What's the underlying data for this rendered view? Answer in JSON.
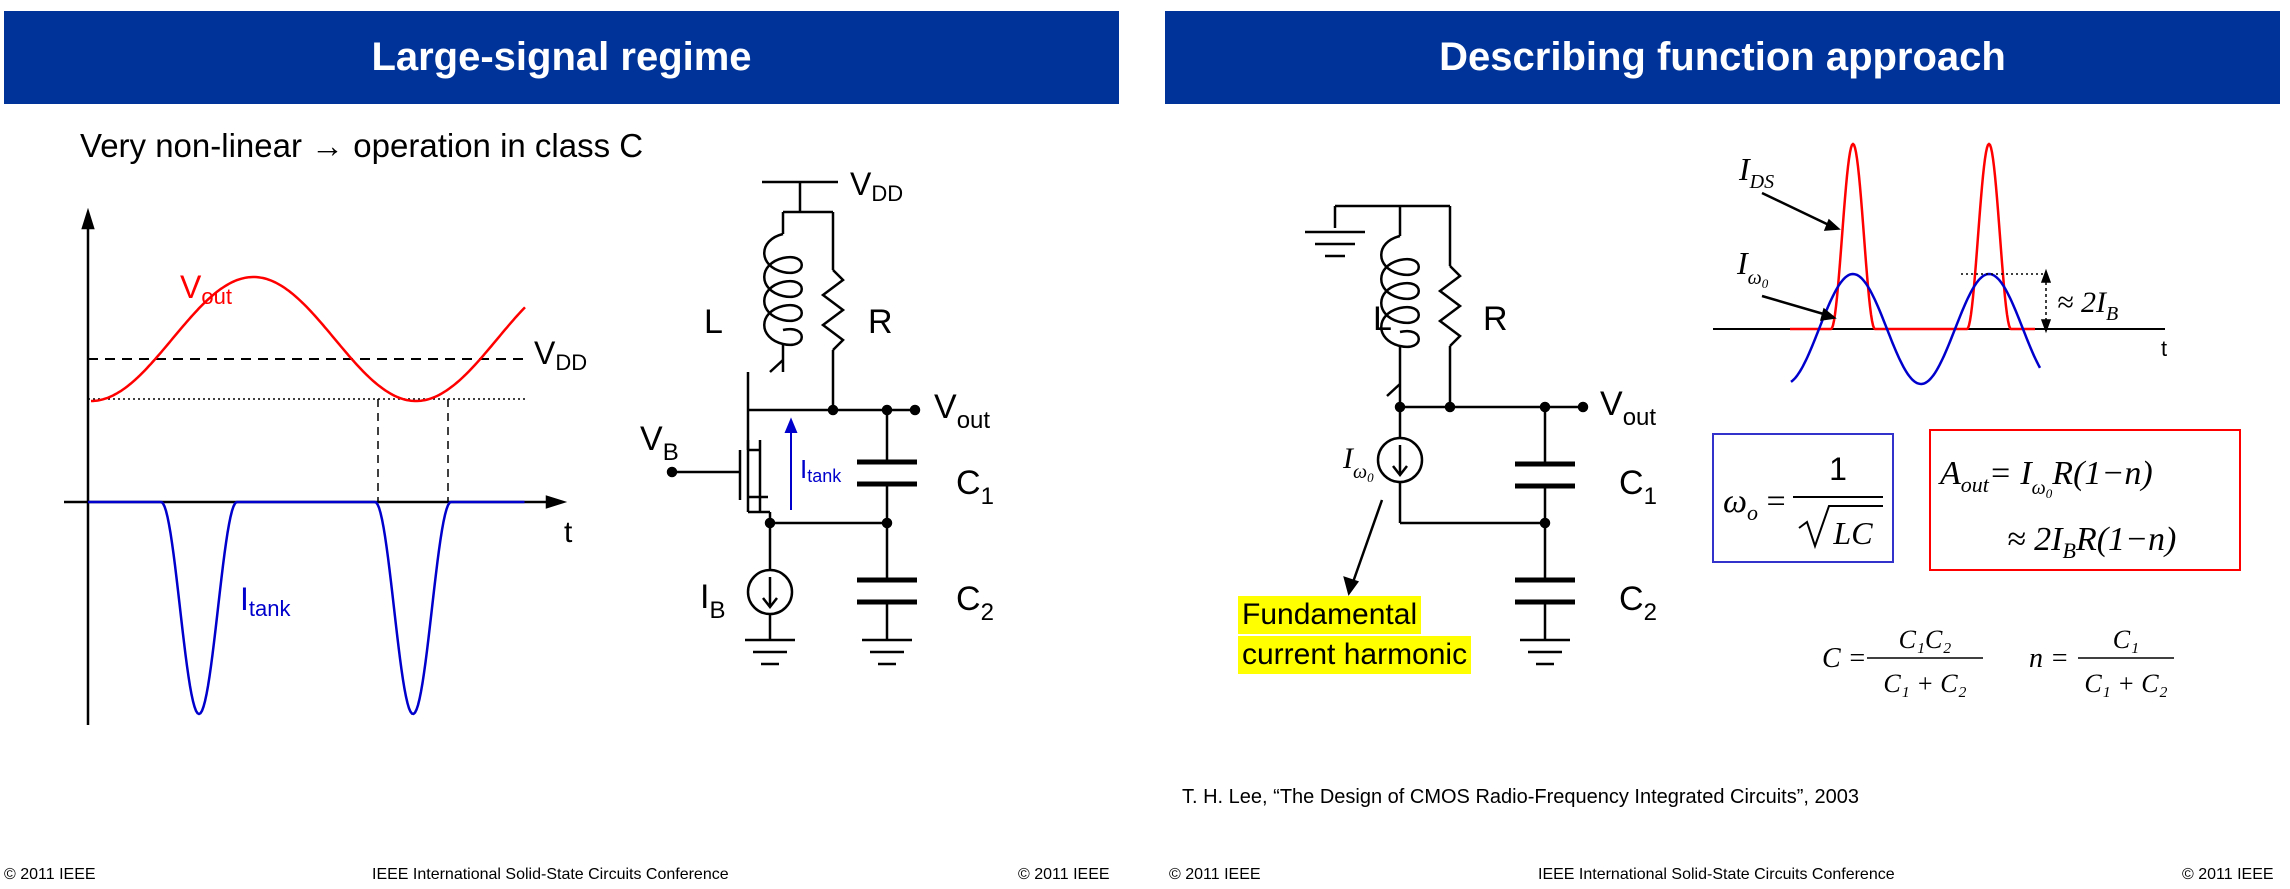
{
  "left": {
    "title": "Large-signal regime",
    "bullet": "Very non-linear → operation in class C",
    "waveform": {
      "vout_label": "V",
      "vout_sub": "out",
      "vdd_label": "V",
      "vdd_sub": "DD",
      "itank_label": "I",
      "itank_sub": "tank",
      "t_label": "t",
      "colors": {
        "vout": "#ff0000",
        "itank": "#0000cc"
      }
    },
    "circuit": {
      "vdd_label": "V",
      "vdd_sub": "DD",
      "l_label": "L",
      "r_label": "R",
      "vout_label": "V",
      "vout_sub": "out",
      "vb_label": "V",
      "vb_sub": "B",
      "itank_label": "I",
      "itank_sub": "tank",
      "c1_label": "C",
      "c1_sub": "1",
      "c2_label": "C",
      "c2_sub": "2",
      "ib_label": "I",
      "ib_sub": "B"
    },
    "footer": {
      "copyright_left": "© 2011 IEEE",
      "conference": "IEEE International Solid-State Circuits Conference",
      "copyright_right": "© 2011 IEEE"
    }
  },
  "right": {
    "title": "Describing function approach",
    "circuit": {
      "l_label": "L",
      "r_label": "R",
      "vout_label": "V",
      "vout_sub": "out",
      "iw0_label": "I",
      "iw0_sub": "ω",
      "c1_label": "C",
      "c1_sub": "1",
      "c2_label": "C",
      "c2_sub": "2"
    },
    "highlight_line1": "Fundamental",
    "highlight_line2": "current harmonic",
    "plot": {
      "ids_label": "I",
      "ids_sub": "DS",
      "iw0_label": "I",
      "iw0_sub": "ω",
      "approx_label": "≈ 2I",
      "approx_sub": "B",
      "t_label": "t",
      "colors": {
        "ids": "#ff0000",
        "iw0": "#0000cc"
      }
    },
    "eq_omega": {
      "lhs": "ω",
      "lhs_sub": "o",
      "num": "1",
      "den": "LC"
    },
    "eq_aout": {
      "lhs": "A",
      "lhs_sub": "out",
      "line1": "= I",
      "line1_sub": "ω",
      "line1_rest": "R(1−n)",
      "line2": "≈ 2I",
      "line2_sub": "B",
      "line2_rest": "R(1−n)"
    },
    "eq_c": {
      "lhs": "C =",
      "num": "C₁C₂",
      "den": "C₁ + C₂"
    },
    "eq_n": {
      "lhs": "n =",
      "num": "C₁",
      "den": "C₁ + C₂"
    },
    "citation": "T. H. Lee, “The Design of CMOS Radio-Frequency Integrated Circuits”, 2003",
    "footer": {
      "copyright_left": "© 2011 IEEE",
      "conference": "IEEE International Solid-State Circuits Conference",
      "copyright_right": "© 2011 IEEE"
    }
  }
}
